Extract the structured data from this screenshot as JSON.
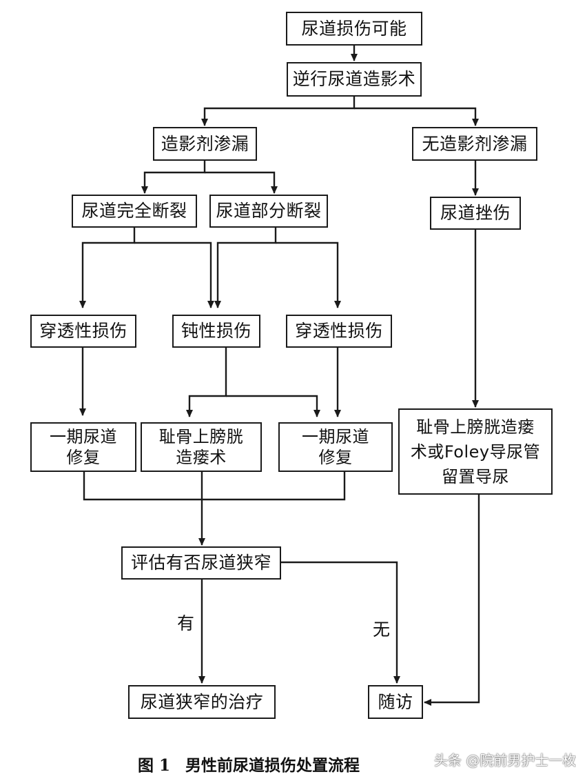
{
  "colors": {
    "line": "#1a1a1a",
    "background": "#ffffff",
    "text": "#111111"
  },
  "nodes": {
    "possible_injury": "尿道损伤可能",
    "retrograde_urethrography": "逆行尿道造影术",
    "contrast_leak": "造影剂渗漏",
    "no_contrast_leak": "无造影剂渗漏",
    "complete_rupture": "尿道完全断裂",
    "partial_rupture": "尿道部分断裂",
    "contusion": "尿道挫伤",
    "penetrating_injury_left": "穿透性损伤",
    "blunt_injury": "钝性损伤",
    "penetrating_injury_right": "穿透性损伤",
    "primary_repair_left": "一期尿道\n修复",
    "cystostomy": "耻骨上膀胱\n造瘘术",
    "primary_repair_right": "一期尿道\n修复",
    "cystostomy_or_foley": "耻骨上膀胱造瘘\n术或Foley导尿管\n留置导尿",
    "assess_stricture": "评估有否尿道狭窄",
    "stricture_treatment": "尿道狭窄的治疗",
    "follow_up": "随访"
  },
  "edge_labels": {
    "yes": "有",
    "no": "无"
  },
  "caption": {
    "figure_number": "图 1",
    "title": "男性前尿道损伤处置流程"
  },
  "watermark": "头条 @院前男护士一枚"
}
